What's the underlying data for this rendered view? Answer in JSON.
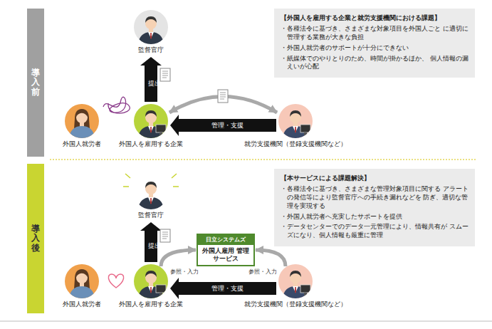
{
  "diagram": {
    "nodes": [
      {
        "text": [
          "導入前"
        ]
      },
      {
        "text": [
          "監督官庁"
        ]
      },
      {
        "text": [
          "【外国人を雇用する企業と就労支援機関における課題】",
          "・各種法令に基づき、さまざまな対象項目を外国人ごと に適切に管理する業務が大きな負担",
          "・外国人就労者のサポートが十分にできない",
          "・紙媒体でのやりとりのため、時間が掛かるほか、 個人情報の漏えいが心配"
        ]
      },
      {
        "text": [
          "外国人就労者"
        ]
      },
      {
        "text": [
          "外国人を雇用する企業"
        ]
      },
      {
        "text": [
          "就労支援機関（登録支援機関など）"
        ]
      },
      {
        "text": [
          "導入後"
        ]
      },
      {
        "text": [
          "監督官庁"
        ]
      },
      {
        "text": [
          "【本サービスによる課題解決】",
          "・各種法令に基づき、さまざまな管理対象項目に関する アラートの発信等により監督官庁への手続き漏れなどを 防ぎ、適切な管理を実現する",
          "・外国人就労者へ充実したサポートを提供",
          "・データセンターでのデータ一元管理により、情報共有が スムーズになり、個人情報も厳重に管理"
        ]
      },
      {
        "text": [
          "日立システムズ",
          "外国人雇用 管理サービス"
        ]
      },
      {
        "text": [
          "外国人就労者"
        ]
      },
      {
        "text": [
          "外国人を雇用する企業"
        ]
      },
      {
        "text": [
          "就労支援機関（登録支援機関など）"
        ]
      }
    ],
    "edges": [
      {
        "from": 4,
        "to": 1,
        "label": "提出",
        "arrow": "to"
      },
      {
        "from": 5,
        "to": 4,
        "label": "管理・支援",
        "arrow": "to"
      },
      {
        "from": 4,
        "to": 5,
        "arrow": "both"
      },
      {
        "from": 11,
        "to": 7,
        "label": "提出",
        "arrow": "to"
      },
      {
        "from": 11,
        "to": 9,
        "label": "参照・入力",
        "arrow": "to"
      },
      {
        "from": 12,
        "to": 9,
        "label": "参照・入力",
        "arrow": "to"
      },
      {
        "from": 12,
        "to": 11,
        "label": "管理・支援",
        "arrow": "to"
      }
    ]
  }
}
